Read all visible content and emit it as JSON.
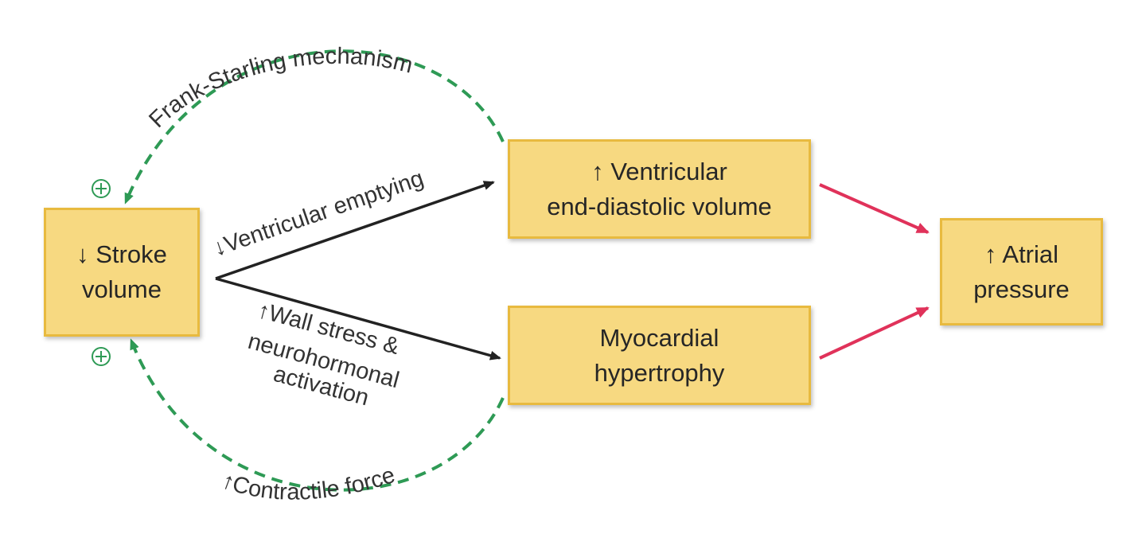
{
  "nodes": {
    "stroke_volume": {
      "line1": "↓ Stroke",
      "line2": "volume"
    },
    "ventricular_edv": {
      "line1": "↑ Ventricular",
      "line2": "end-diastolic volume"
    },
    "myocardial_hypertrophy": {
      "line1": "Myocardial",
      "line2": "hypertrophy"
    },
    "atrial_pressure": {
      "line1": "↑ Atrial",
      "line2": "pressure"
    }
  },
  "edges": {
    "frank_starling": "Frank-Starling mechanism",
    "ventricular_emptying": "↓Ventricular emptying",
    "wall_stress_1": "↑Wall stress &",
    "wall_stress_2": "neurohormonal",
    "wall_stress_3": "activation",
    "contractile_force": "↑Contractile force"
  },
  "colors": {
    "box_fill": "#f7d981",
    "box_border": "#e8ba3f",
    "feedback_dashed": "#2e9a55",
    "forward_arrow": "#222222",
    "to_atrial_arrow": "#e0325a"
  },
  "markers": {
    "positive_sign": "⊕"
  }
}
